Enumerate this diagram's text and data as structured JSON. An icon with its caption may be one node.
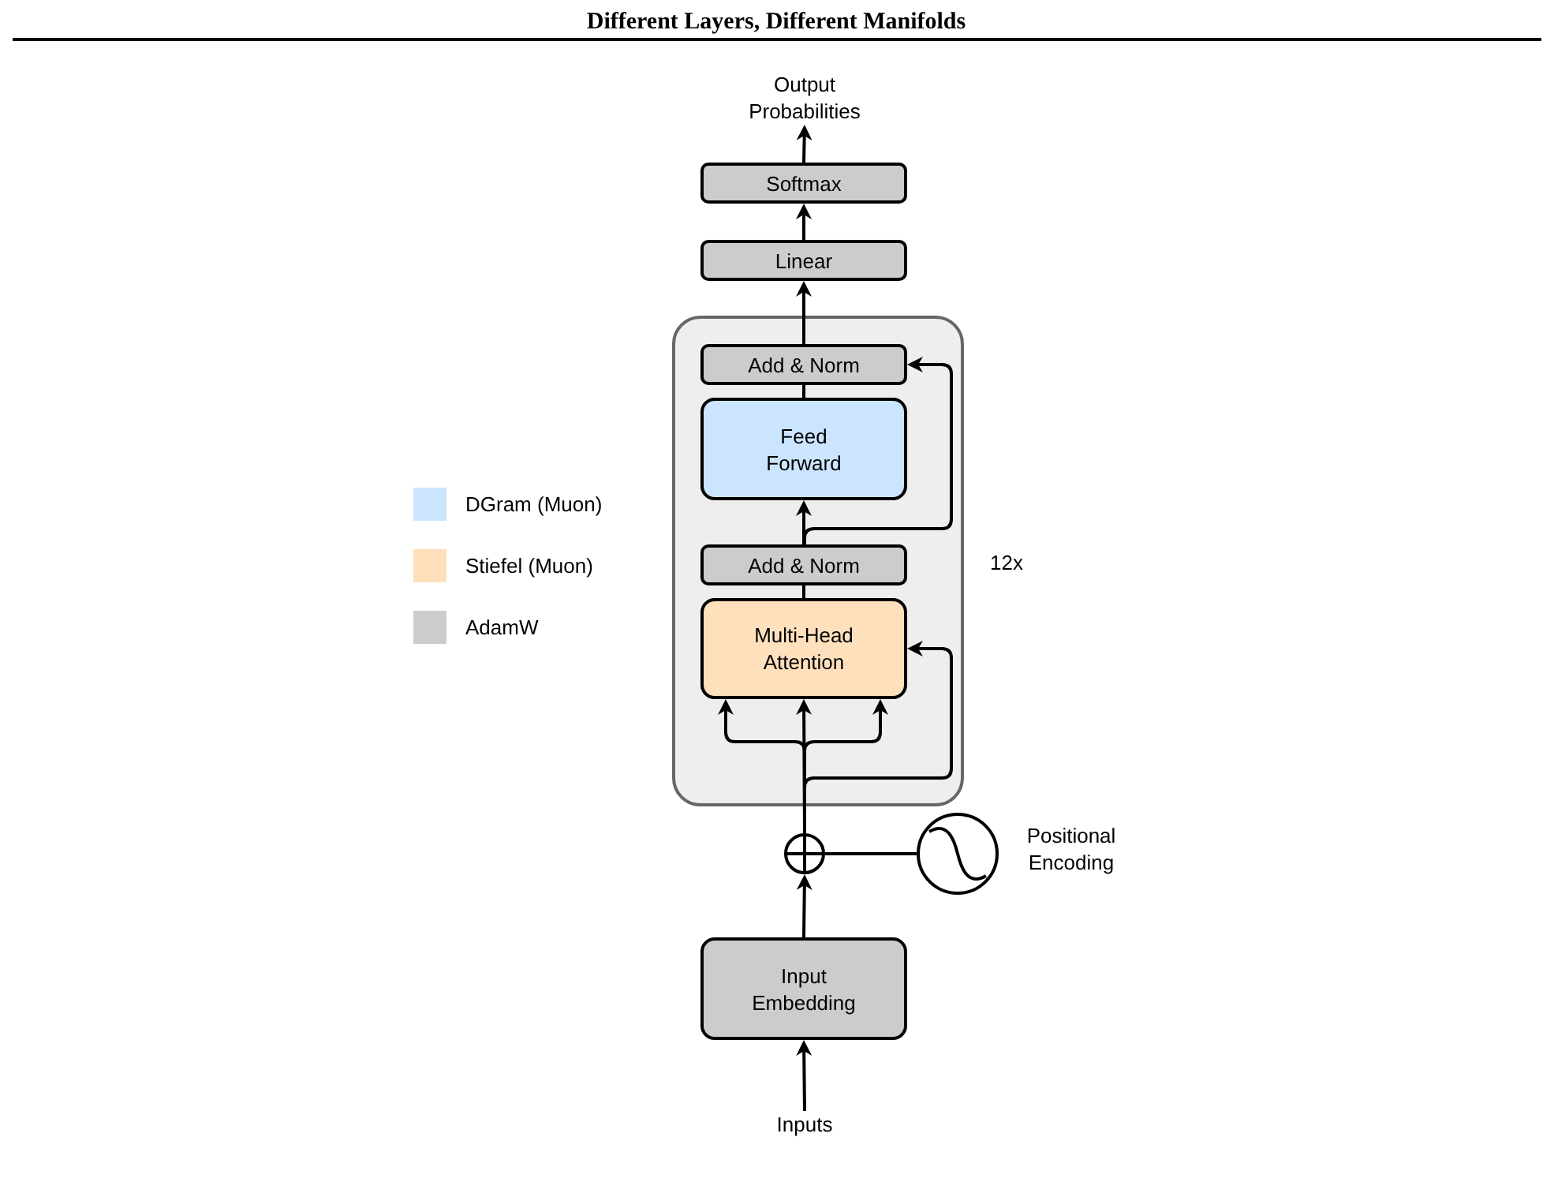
{
  "diagram": {
    "title": "Different Layers, Different Manifolds",
    "nodes": [
      {
        "text": [
          "Output Probabilities"
        ]
      },
      {
        "text": [
          "Softmax"
        ]
      },
      {
        "text": [
          "Linear"
        ]
      },
      {
        "text": [],
        "shape": "box",
        "beside": [
          "12x"
        ]
      },
      {
        "text": [
          "Add & Norm"
        ],
        "in": 3
      },
      {
        "text": [
          "Feed Forward"
        ],
        "in": 3
      },
      {
        "text": [
          "Add & Norm"
        ],
        "in": 3
      },
      {
        "text": [
          "Multi-Head Attention"
        ],
        "in": 3
      },
      {
        "text": [],
        "shape": "circle"
      },
      {
        "text": [],
        "shape": "circle",
        "beside": [
          "Positional Encoding"
        ]
      },
      {
        "text": [
          "Input Embedding"
        ]
      },
      {
        "text": [
          "Inputs"
        ]
      }
    ],
    "edges": [
      {
        "from": 11,
        "to": 10,
        "arrow": "to"
      },
      {
        "from": 10,
        "to": 8,
        "arrow": "to"
      },
      {
        "from": 9,
        "to": 8,
        "arrow": "none"
      },
      {
        "from": 8,
        "to": 7,
        "arrow": "to"
      },
      {
        "from": 8,
        "to": 7,
        "arrow": "to"
      },
      {
        "from": 8,
        "to": 7,
        "arrow": "to"
      },
      {
        "from": 8,
        "to": 7,
        "arrow": "to"
      },
      {
        "from": 7,
        "to": 6,
        "arrow": "none"
      },
      {
        "from": 6,
        "to": 5,
        "arrow": "to"
      },
      {
        "from": 6,
        "to": 4,
        "arrow": "to"
      },
      {
        "from": 5,
        "to": 4,
        "arrow": "none"
      },
      {
        "from": 4,
        "to": 2,
        "arrow": "to"
      },
      {
        "from": 2,
        "to": 1,
        "arrow": "to"
      },
      {
        "from": 1,
        "to": 0,
        "arrow": "to"
      }
    ],
    "legend": [
      {
        "text": "DGram (Muon)",
        "color": "#cce5ff"
      },
      {
        "text": "Stiefel (Muon)",
        "color": "#ffe0bc"
      },
      {
        "text": "AdamW",
        "color": "#cccccc"
      }
    ]
  }
}
